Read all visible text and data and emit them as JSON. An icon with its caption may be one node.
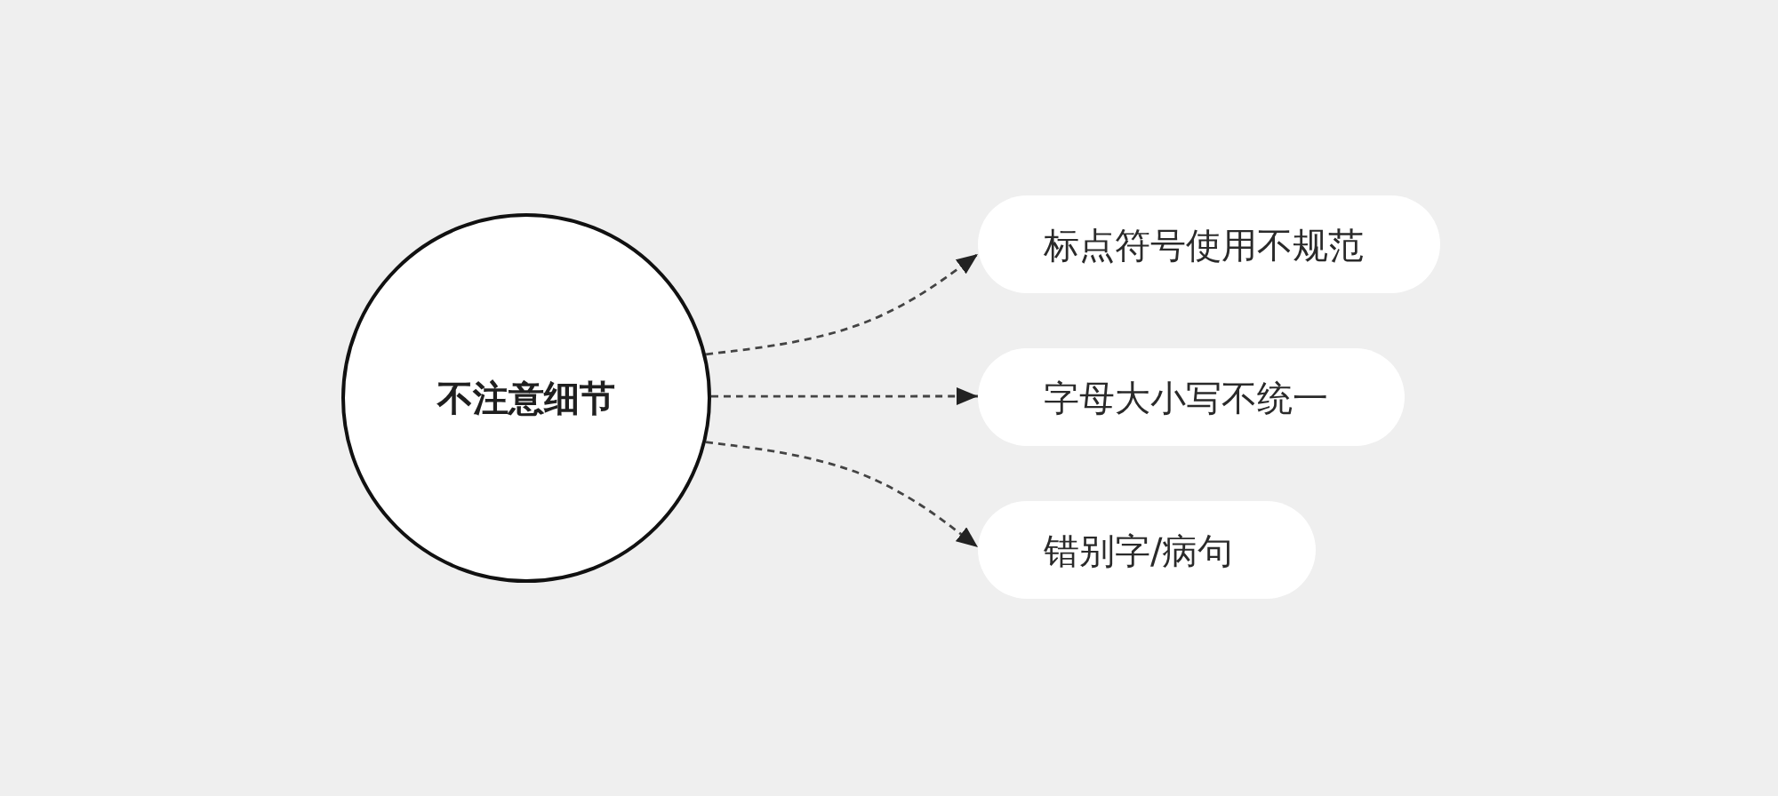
{
  "diagram": {
    "nodes": [
      {
        "text": [
          "不注意细节"
        ]
      },
      {
        "text": [
          "标点符号使用不规范"
        ]
      },
      {
        "text": [
          "字母大小写不统一"
        ]
      },
      {
        "text": [
          "错别字/病句"
        ]
      }
    ],
    "edges": [
      {
        "from": 0,
        "to": 1,
        "arrow": "to",
        "style": "dashed"
      },
      {
        "from": 0,
        "to": 2,
        "arrow": "to",
        "style": "dashed"
      },
      {
        "from": 0,
        "to": 3,
        "arrow": "to",
        "style": "dashed"
      }
    ]
  }
}
